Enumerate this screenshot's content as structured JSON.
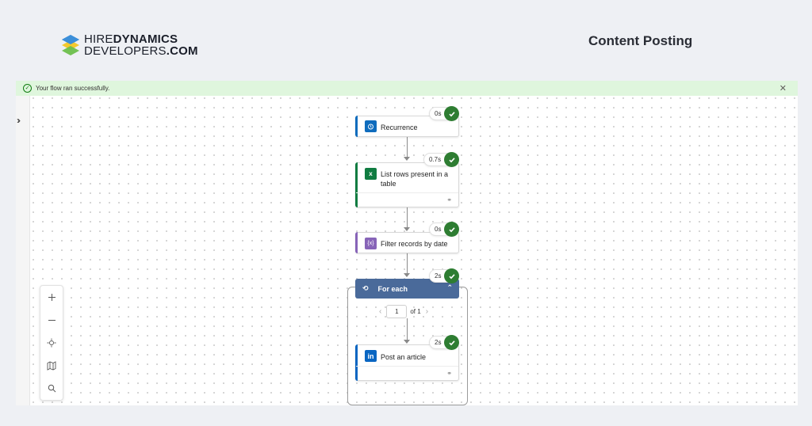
{
  "header": {
    "logo_line1_light": "HIRE",
    "logo_line1_bold": "DYNAMICS",
    "logo_line2_light": "DEVELOPERS",
    "logo_line2_bold": ".COM",
    "page_title": "Content Posting"
  },
  "notification": {
    "message": "Your flow ran successfully.",
    "status_icon": "check-circle-icon",
    "close_icon": "close-icon"
  },
  "zoom_controls": [
    {
      "name": "zoom-in",
      "icon": "plus-icon"
    },
    {
      "name": "zoom-out",
      "icon": "minus-icon"
    },
    {
      "name": "fit-view",
      "icon": "fit-view-icon"
    },
    {
      "name": "minimap",
      "icon": "map-icon"
    },
    {
      "name": "search",
      "icon": "search-icon"
    }
  ],
  "flow": {
    "steps": [
      {
        "title": "Recurrence",
        "duration": "0s",
        "status": "succeeded",
        "icon": "alarm-clock-icon",
        "color": "#0f6cbd"
      },
      {
        "title": "List rows present in a table",
        "duration": "0.7s",
        "status": "succeeded",
        "icon": "excel-icon",
        "color": "#107c41"
      },
      {
        "title": "Filter records by date",
        "duration": "0s",
        "status": "succeeded",
        "icon": "data-operation-icon",
        "color": "#8764b8"
      }
    ],
    "foreach": {
      "title": "For each",
      "duration": "2s",
      "current_page": "1",
      "total_label": "of 1",
      "color": "#4a6a9a",
      "inner_step": {
        "title": "Post an article",
        "duration": "2s",
        "status": "succeeded",
        "icon": "linkedin-icon",
        "color": "#0a66c2"
      }
    }
  },
  "colors": {
    "success_bg": "#dff6dd",
    "success_green": "#2e7d32"
  }
}
